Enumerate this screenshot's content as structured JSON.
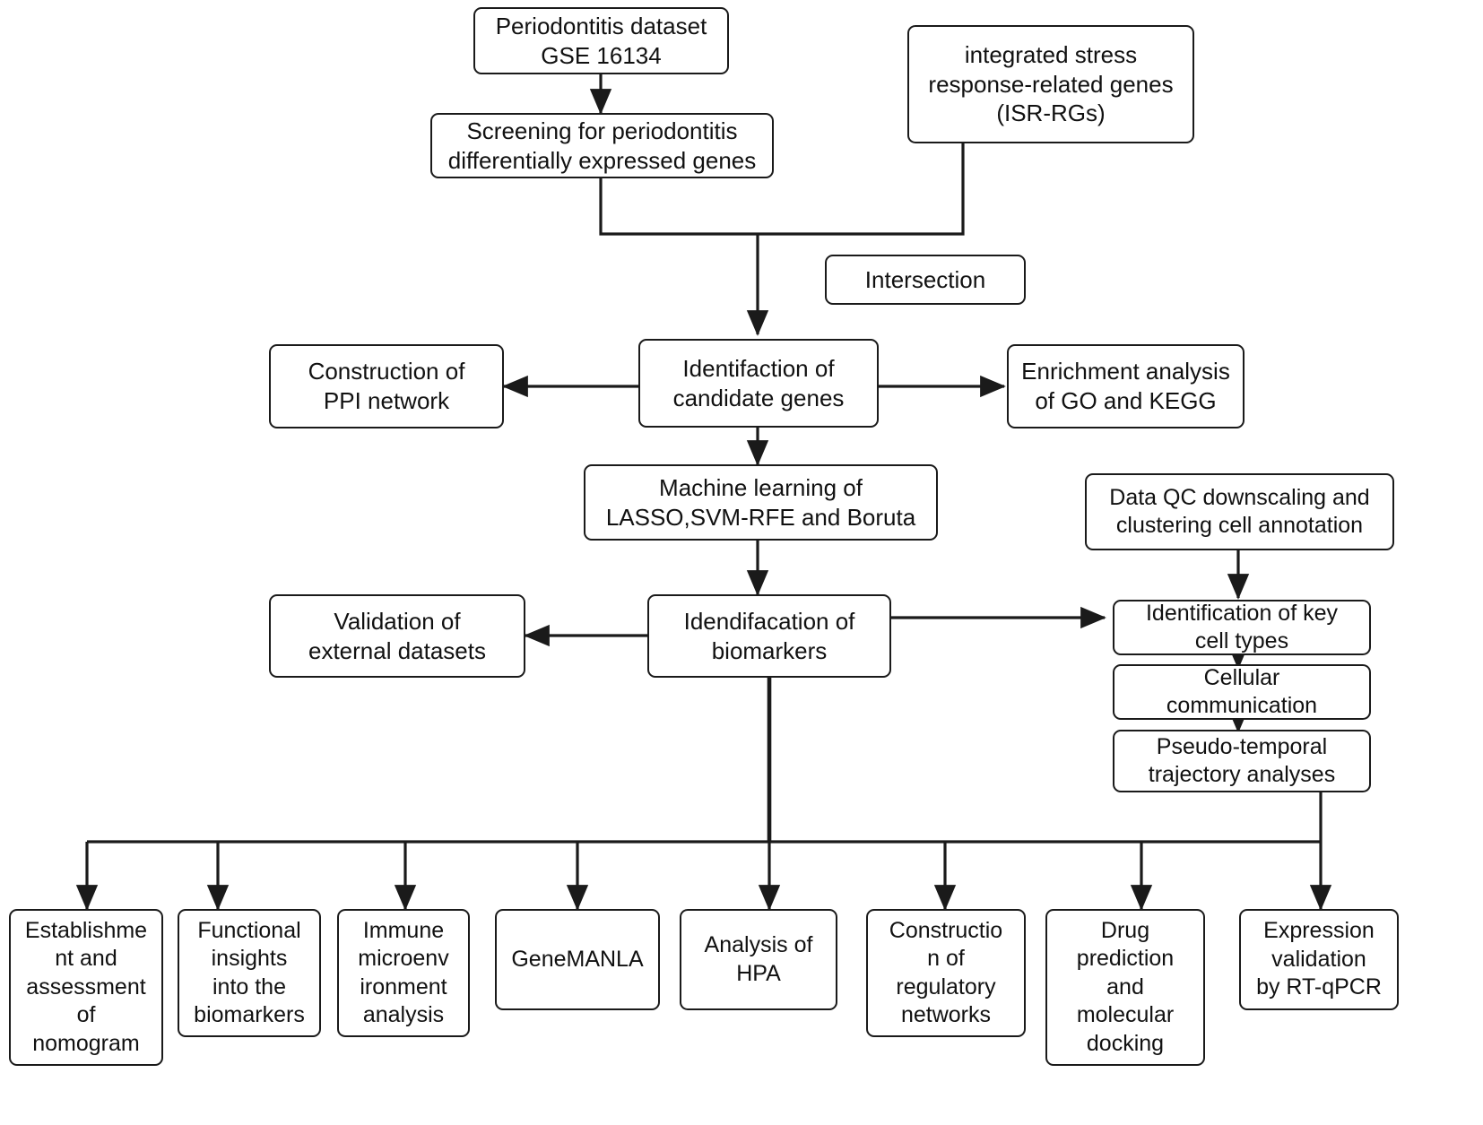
{
  "diagram": {
    "title": "Study workflow flowchart for periodontitis ISR-related biomarker identification",
    "colors": {
      "stroke": "#1a1a1a",
      "background": "#ffffff",
      "text": "#111111"
    },
    "nodes": [
      {
        "id": "periodontitis-dataset",
        "label": "Periodontitis dataset\nGSE 16134"
      },
      {
        "id": "isr-genes",
        "label": "integrated stress\nresponse-related genes\n(ISR-RGs)"
      },
      {
        "id": "screening-deg",
        "label": "Screening for periodontitis\ndifferentially expressed genes"
      },
      {
        "id": "intersection",
        "label": "Intersection"
      },
      {
        "id": "candidate-genes",
        "label": "Identifaction of\ncandidate genes"
      },
      {
        "id": "ppi-network",
        "label": "Construction of\nPPI network"
      },
      {
        "id": "enrichment-go-kegg",
        "label": "Enrichment analysis\nof GO and KEGG"
      },
      {
        "id": "machine-learning",
        "label": "Machine learning of\nLASSO,SVM-RFE and Boruta"
      },
      {
        "id": "biomarkers",
        "label": "Idendifacation of\nbiomarkers"
      },
      {
        "id": "external-validation",
        "label": "Validation of\nexternal datasets"
      },
      {
        "id": "data-qc",
        "label": "Data QC downscaling and\nclustering cell annotation"
      },
      {
        "id": "key-cell-types",
        "label": "Identification of key\ncell types"
      },
      {
        "id": "cellular-communication",
        "label": "Cellular\ncommunication"
      },
      {
        "id": "pseudo-temporal",
        "label": "Pseudo-temporal\ntrajectory analyses"
      },
      {
        "id": "nomogram",
        "label": "Establishme\nnt and\nassessment\nof\nnomogram"
      },
      {
        "id": "functional-insights",
        "label": "Functional\ninsights\ninto the\nbiomarkers"
      },
      {
        "id": "immune-microenvironment",
        "label": "Immune\nmicroenv\nironment\nanalysis"
      },
      {
        "id": "genemanla",
        "label": "GeneMANLA"
      },
      {
        "id": "hpa-analysis",
        "label": "Analysis of\nHPA"
      },
      {
        "id": "regulatory-networks",
        "label": "Constructio\nn of\nregulatory\nnetworks"
      },
      {
        "id": "drug-prediction",
        "label": "Drug\nprediction\nand\nmolecular\ndocking"
      },
      {
        "id": "rt-qpcr",
        "label": "Expression\nvalidation\nby RT-qPCR"
      }
    ]
  }
}
